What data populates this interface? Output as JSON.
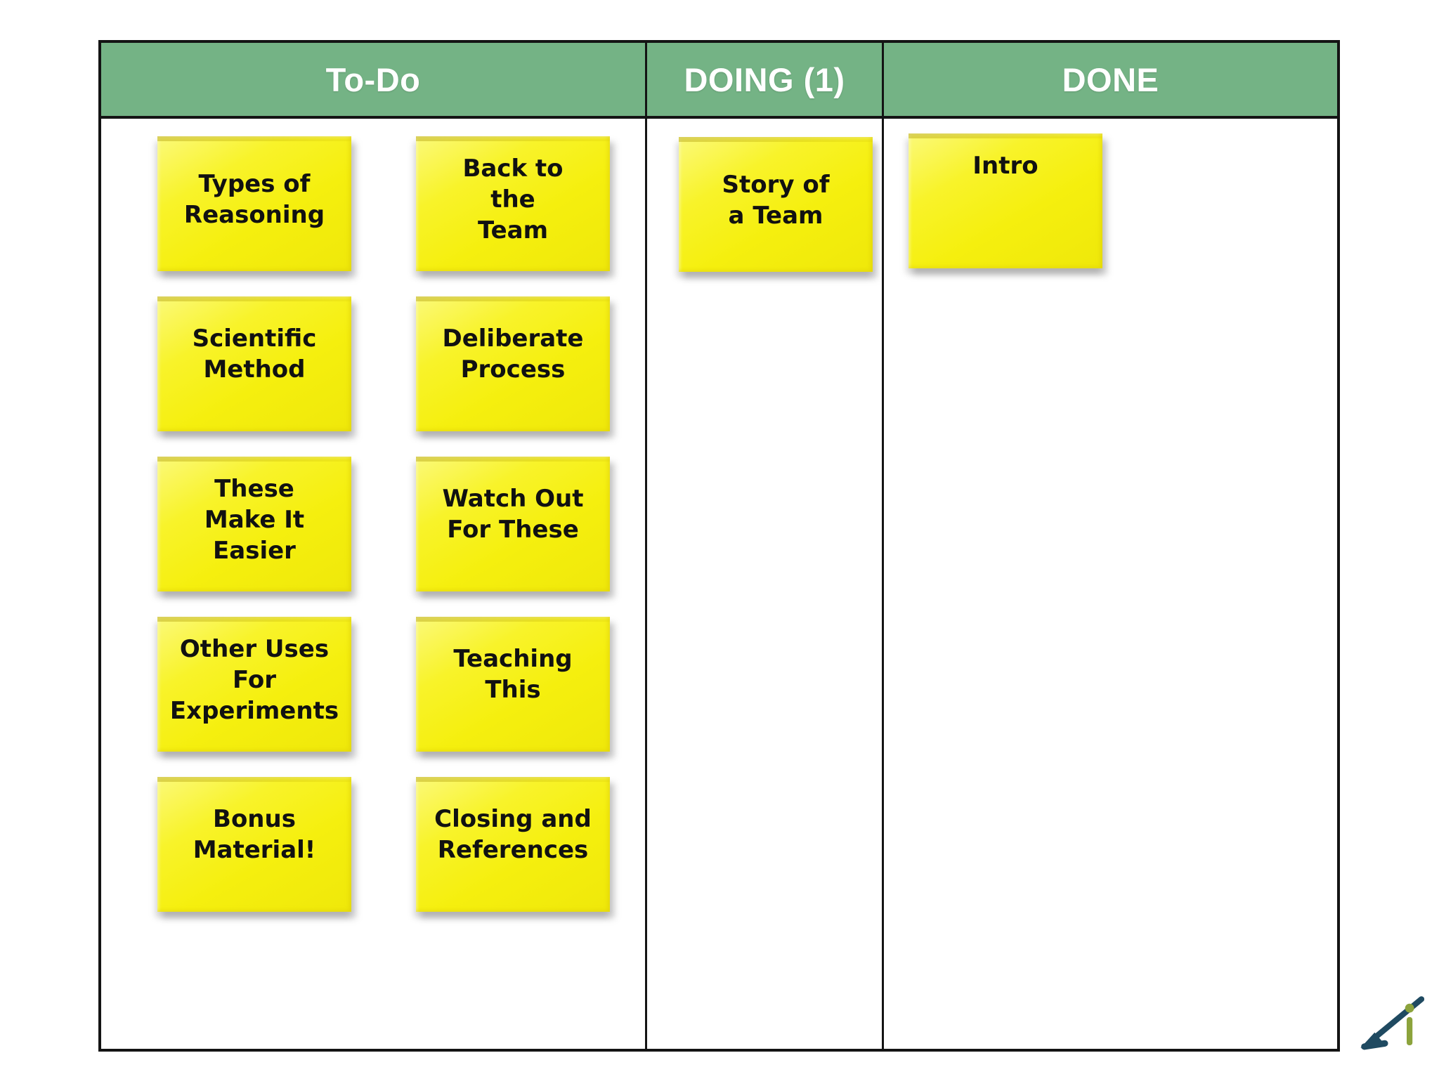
{
  "page": {
    "background": "#ffffff"
  },
  "colors": {
    "page-bg": "#ffffff",
    "header-green": "#74b385",
    "board-border": "#141414",
    "note-yellow": "#f5ef0e",
    "note-text": "#111111",
    "logo-navy": "#1f4a61",
    "logo-green": "#8ca33c"
  },
  "board": {
    "columns": [
      {
        "key": "todo",
        "header": "To-Do",
        "groups": [
          {
            "notes": [
              {
                "lines": [
                  "Types of",
                  "Reasoning"
                ],
                "valign": "center"
              },
              {
                "lines": [
                  "Scientific",
                  "Method"
                ],
                "valign": "high"
              },
              {
                "lines": [
                  "These",
                  "Make It",
                  "Easier"
                ],
                "valign": "center"
              },
              {
                "lines": [
                  "Other Uses",
                  "For",
                  "Experiments"
                ],
                "valign": "center"
              },
              {
                "lines": [
                  "Bonus",
                  "Material!"
                ],
                "valign": "high"
              }
            ]
          },
          {
            "notes": [
              {
                "lines": [
                  "Back to",
                  "the",
                  "Team"
                ],
                "valign": "center"
              },
              {
                "lines": [
                  "Deliberate",
                  "Process"
                ],
                "valign": "high"
              },
              {
                "lines": [
                  "Watch Out",
                  "For These"
                ],
                "valign": "high"
              },
              {
                "lines": [
                  "Teaching",
                  "This"
                ],
                "valign": "high"
              },
              {
                "lines": [
                  "Closing and",
                  "References"
                ],
                "valign": "high"
              }
            ]
          }
        ]
      },
      {
        "key": "doing",
        "header": "DOING (1)",
        "groups": [
          {
            "notes": [
              {
                "lines": [
                  "Story of",
                  "a Team"
                ],
                "valign": "center"
              }
            ]
          }
        ]
      },
      {
        "key": "done",
        "header": "DONE",
        "groups": [
          {
            "notes": [
              {
                "lines": [
                  "Intro"
                ],
                "valign": "top"
              }
            ]
          }
        ]
      }
    ]
  },
  "logo": {
    "icon": "angle-i-logo"
  }
}
